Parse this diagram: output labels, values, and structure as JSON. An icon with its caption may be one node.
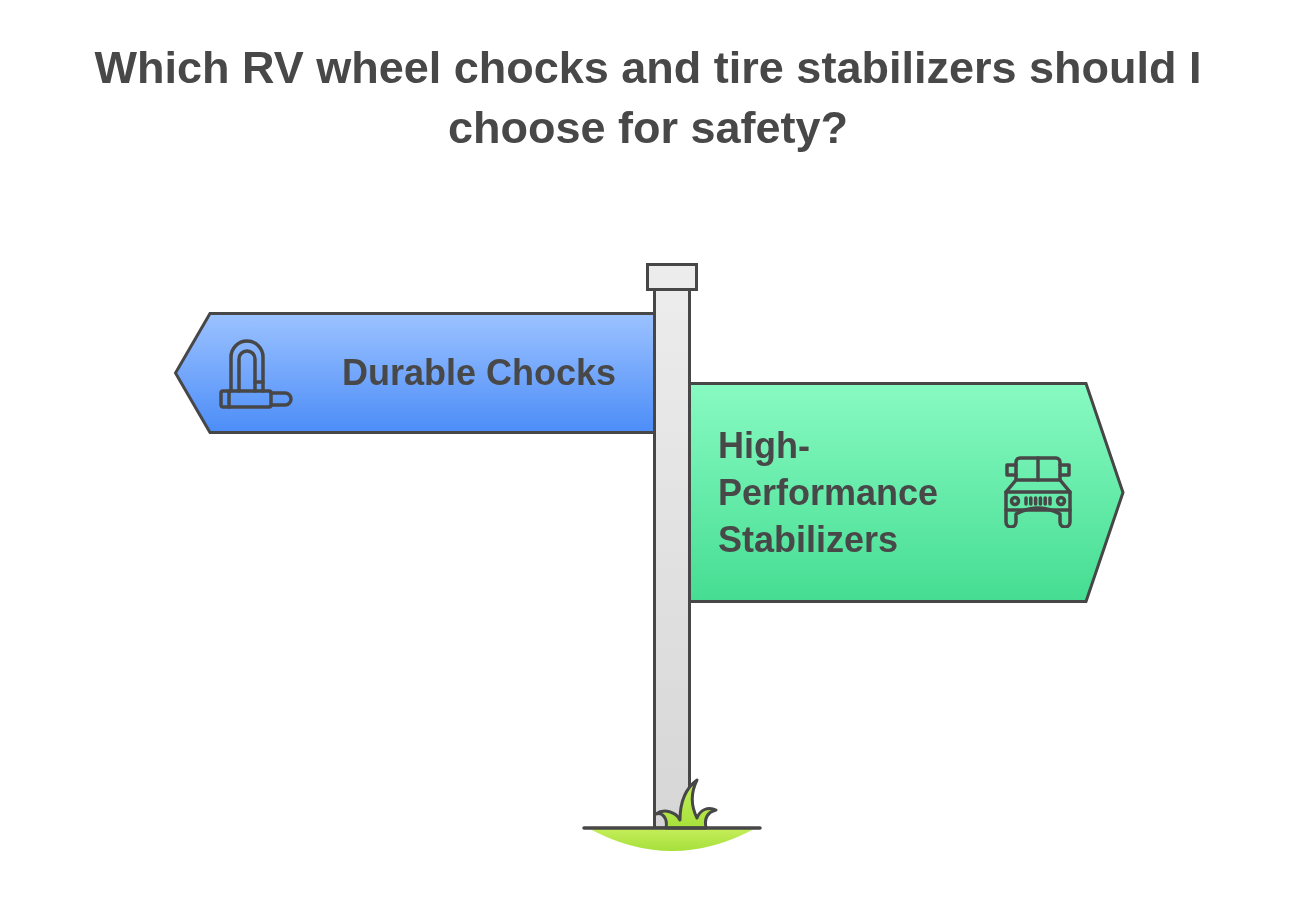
{
  "diagram": {
    "title": "Which RV wheel chocks and tire stabilizers should I choose for safety?",
    "nodes": [
      {
        "text": [
          "Durable Chocks"
        ]
      },
      {
        "text": [
          "High-Performance Stabilizers"
        ]
      }
    ]
  }
}
